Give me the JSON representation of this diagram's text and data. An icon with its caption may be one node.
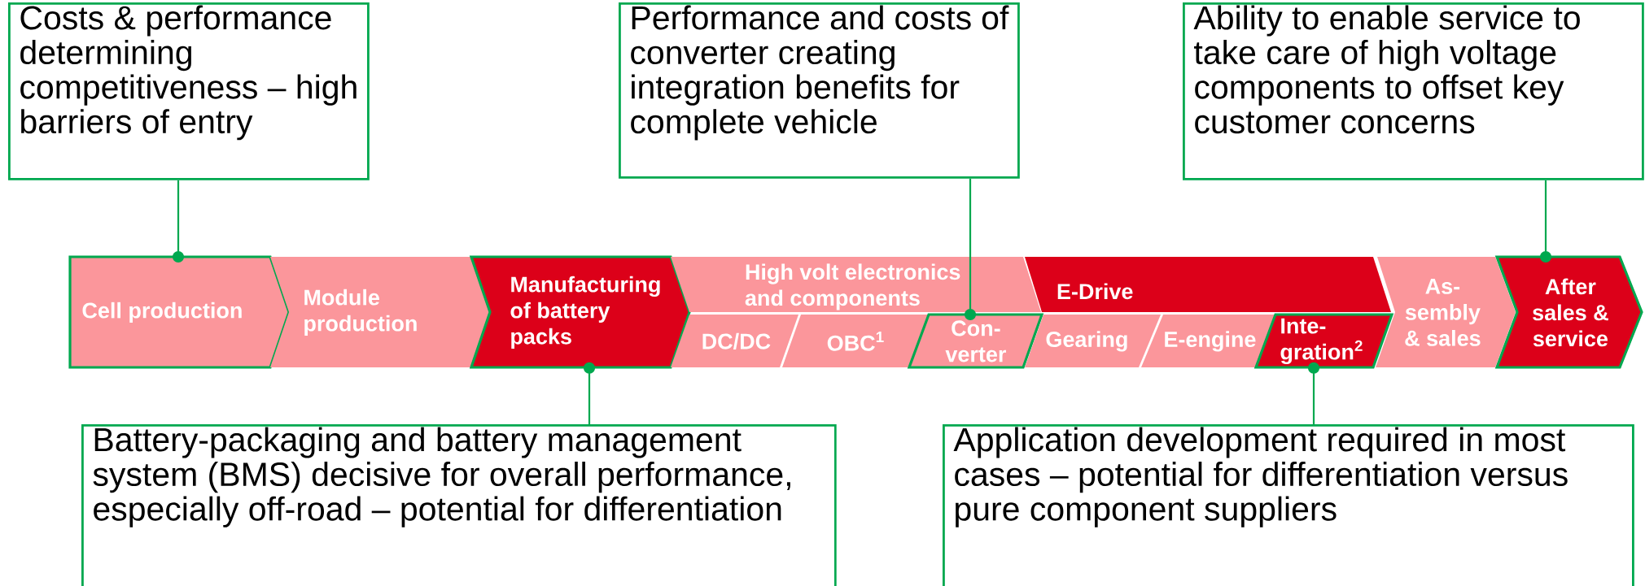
{
  "diagram": {
    "nodes": [
      {
        "text": [
          "Costs & performance determining competitiveness – high barriers of entry"
        ]
      },
      {
        "text": [
          "Performance and costs of converter creating integration benefits for complete vehicle"
        ]
      },
      {
        "text": [
          "Ability to enable service to take care of high voltage components to offset key customer concerns"
        ]
      },
      {
        "text": [
          "Cell production"
        ]
      },
      {
        "text": [
          "Module production"
        ]
      },
      {
        "text": [
          "Manufacturing of battery packs"
        ]
      },
      {
        "text": [
          "High volt electronics and components"
        ]
      },
      {
        "text": [
          "DC/DC"
        ],
        "in": 6
      },
      {
        "text": [
          "OBC$^{1}$"
        ],
        "in": 6
      },
      {
        "text": [
          "Con- verter"
        ],
        "in": 6
      },
      {
        "text": [
          "E-Drive"
        ]
      },
      {
        "text": [
          "Gearing"
        ],
        "in": 10
      },
      {
        "text": [
          "E-engine"
        ],
        "in": 10
      },
      {
        "text": [
          "Inte- gration$^{2}$"
        ],
        "in": 10
      },
      {
        "text": [
          "As- sembly & sales"
        ]
      },
      {
        "text": [
          "After sales & service"
        ]
      },
      {
        "text": [
          "Battery-packaging and battery management system (BMS) decisive for overall performance, especially off-road – potential for differentiation"
        ]
      },
      {
        "text": [
          "Application development required in most cases – potential for differentiation versus pure component suppliers"
        ]
      }
    ],
    "edges": [
      {
        "from": 0,
        "to": 3,
        "arrow": "other"
      },
      {
        "from": 1,
        "to": 9,
        "arrow": "other"
      },
      {
        "from": 2,
        "to": 15,
        "arrow": "other"
      },
      {
        "from": 16,
        "to": 5,
        "arrow": "other"
      },
      {
        "from": 17,
        "to": 13,
        "arrow": "other"
      }
    ]
  }
}
